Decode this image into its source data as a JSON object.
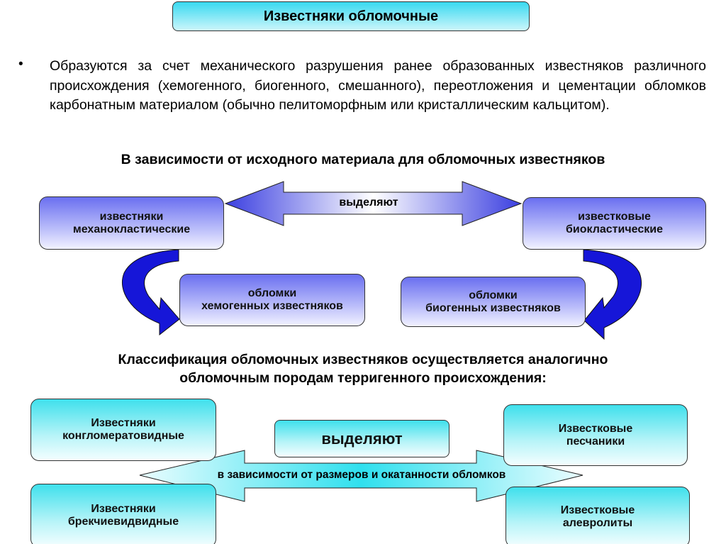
{
  "title": "Известняки обломочные",
  "bullet": "•",
  "paragraph": "Образуются за счет механического разрушения ранее образованных известняков различного происхождения (хемогенного, биогенного, смешанного), переотложения и цементации обломков карбонатным материалом (обычно пелитоморфным или кристаллическим кальцитом).",
  "subheading": "В зависимости от исходного материала для обломочных известняков",
  "top_arrow_label": "выделяют",
  "top_boxes": {
    "mechanoclastic": [
      "известняки",
      "механокластические"
    ],
    "bioclastic": [
      "известковые",
      "биокластические"
    ],
    "chemogenic": [
      "обломки",
      "хемогенных известняков"
    ],
    "biogenic": [
      "обломки",
      "биогенных известняков"
    ]
  },
  "classification_heading": [
    "Классификация обломочных известняков осуществляется аналогично",
    "обломочным породам терригенного происхождения:"
  ],
  "center_label": "выделяют",
  "bottom_arrow_label": "в зависимости от размеров и окатанности обломков",
  "bottom_boxes": {
    "conglomerate": [
      "Известняки",
      "конгломератовидные"
    ],
    "breccia": [
      "Известняки",
      "брекчиевидвидные"
    ],
    "sandstone": [
      "Известковые",
      "песчаники"
    ],
    "siltstone": [
      "Известковые",
      "алевролиты"
    ]
  }
}
